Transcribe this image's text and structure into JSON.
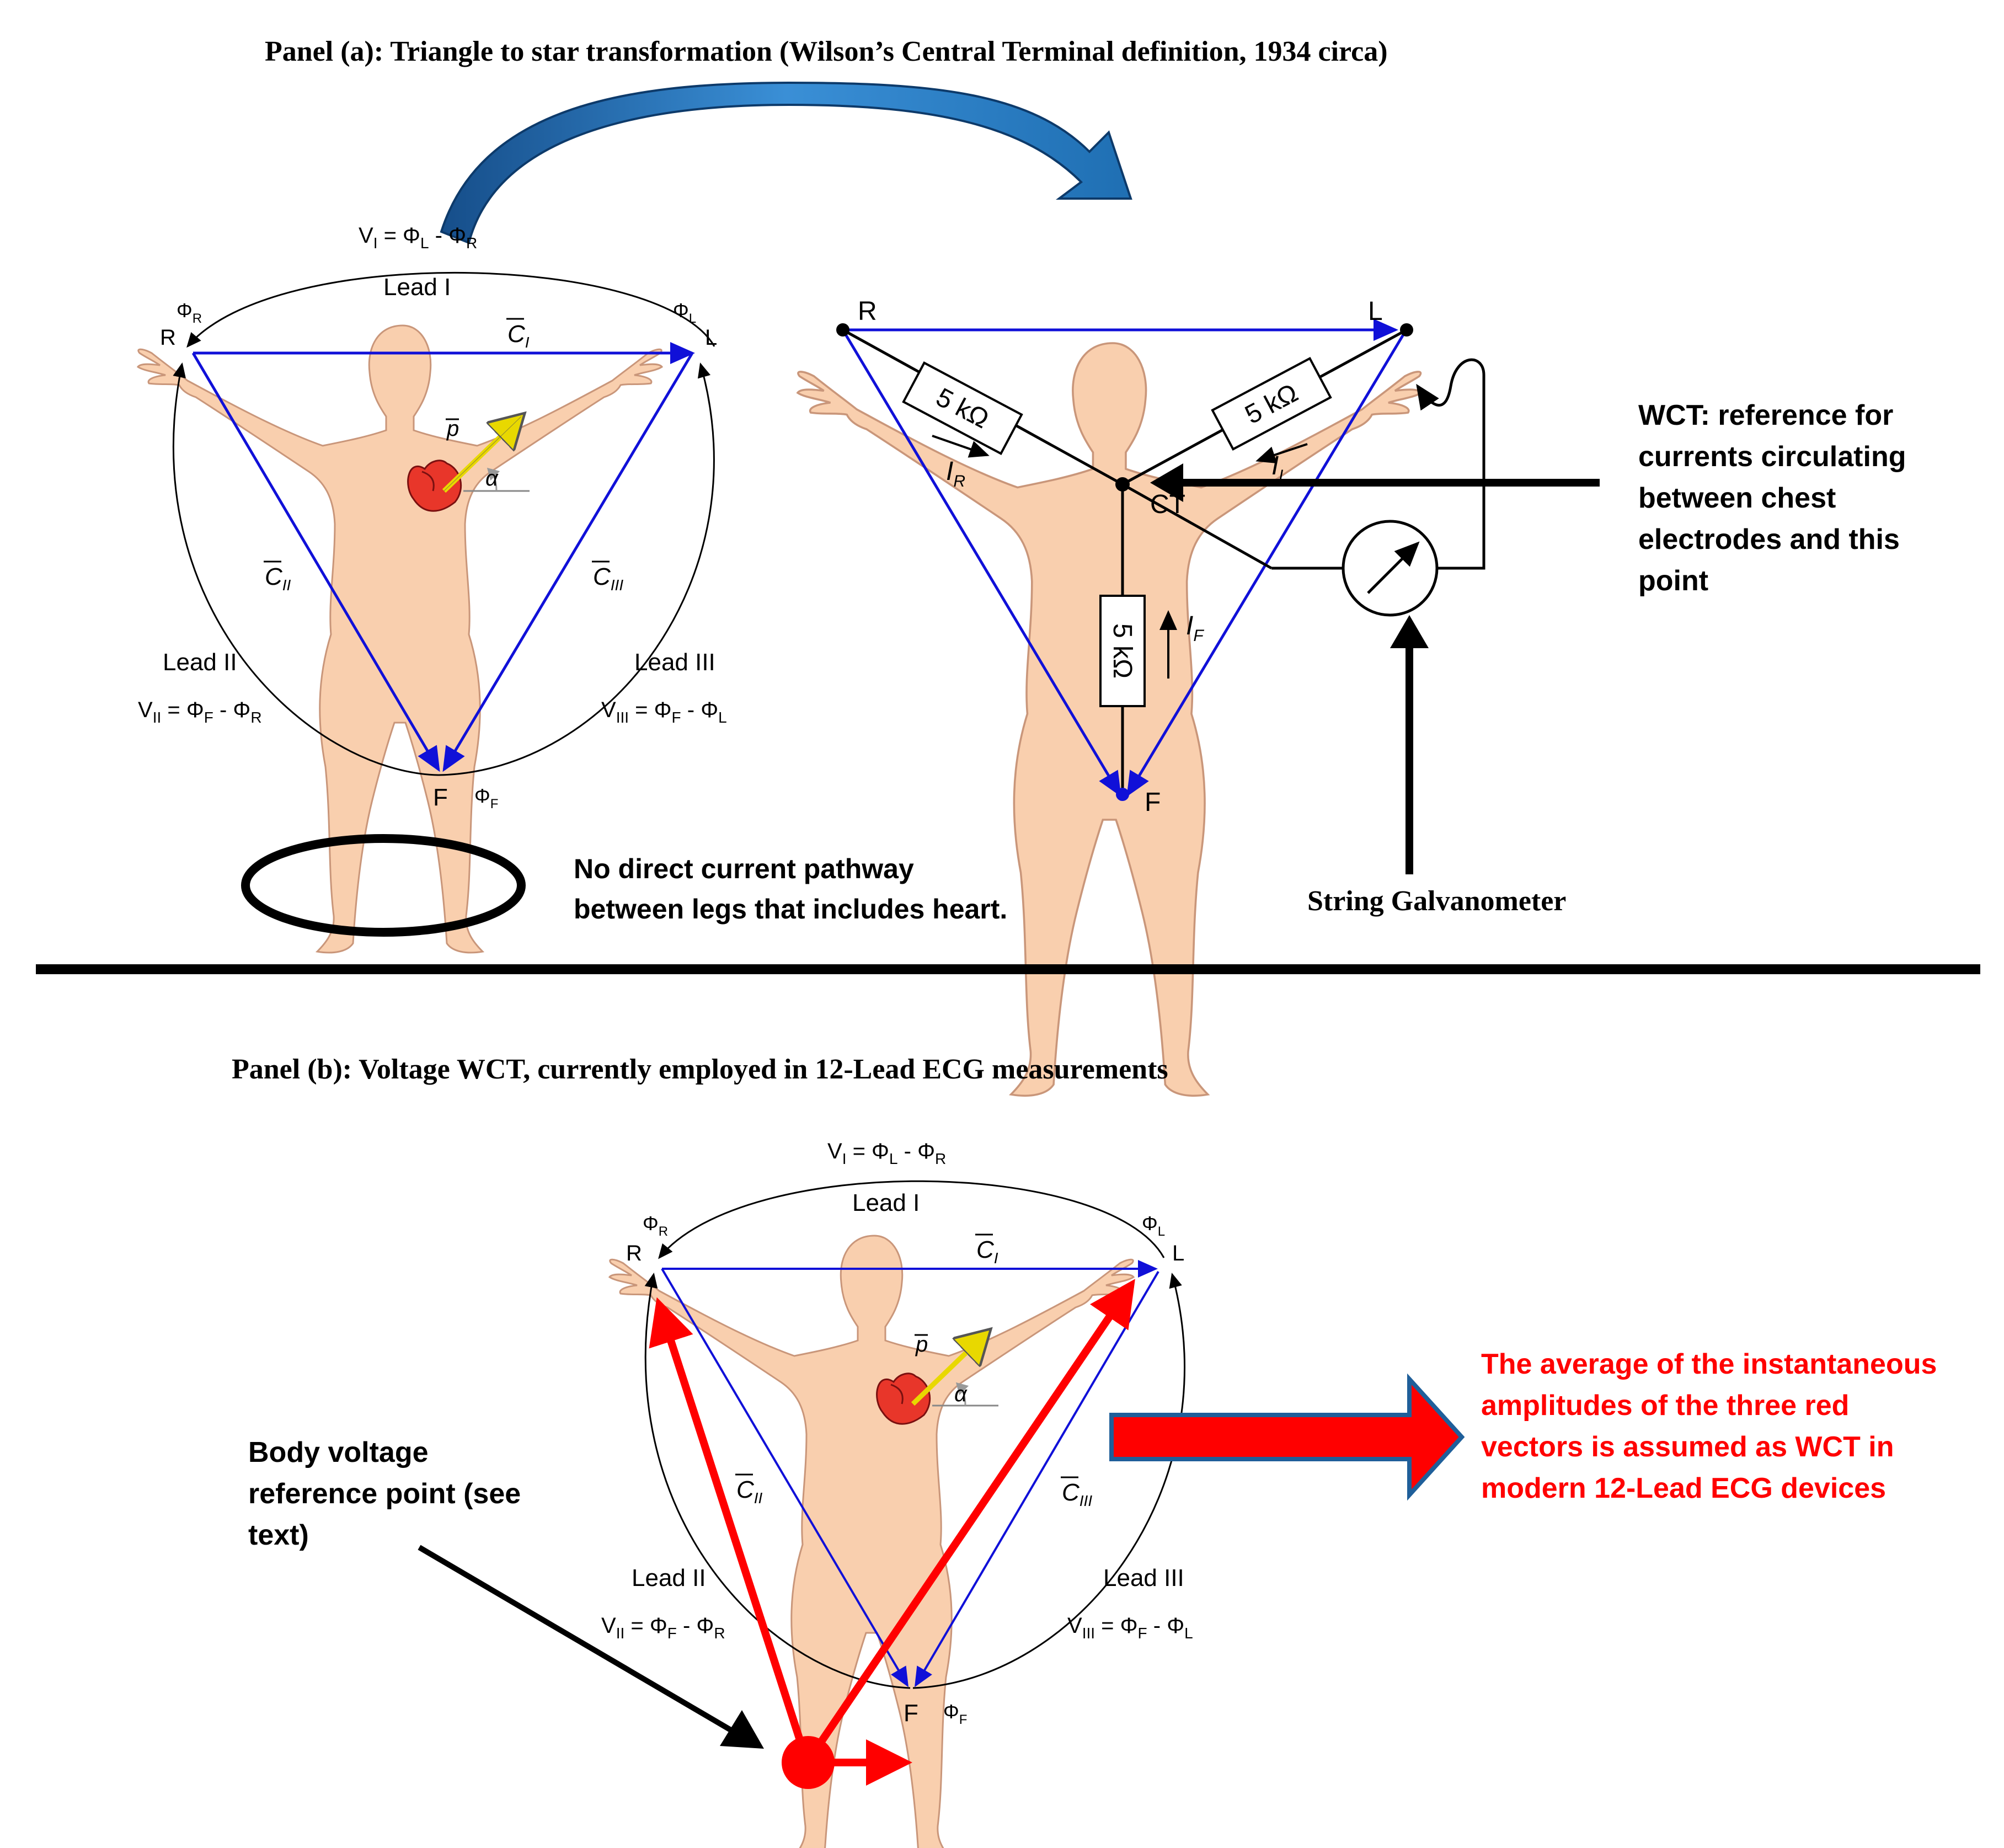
{
  "panel_a": {
    "title": "Panel (a): Triangle to star transformation (Wilson’s Central Terminal definition, 1934 circa)",
    "left": {
      "vI": "V",
      "vI_sub": "I",
      "vI_rhs": " = Φ",
      "vI_s1": "L",
      "vI_mid": " - Φ",
      "vI_s2": "R",
      "lead1": "Lead I",
      "lead2": "Lead II",
      "lead3": "Lead III",
      "vII": "V",
      "vII_sub": "II",
      "vII_rhs": " = Φ",
      "vII_s1": "F",
      "vII_mid": " - Φ",
      "vII_s2": "R",
      "vIII": "V",
      "vIII_sub": "III",
      "vIII_rhs": " = Φ",
      "vIII_s1": "F",
      "vIII_mid": " - Φ",
      "vIII_s2": "L",
      "phiR": "Φ",
      "phiR_sub": "R",
      "phiL": "Φ",
      "phiL_sub": "L",
      "phiF": "Φ",
      "phiF_sub": "F",
      "R": "R",
      "L": "L",
      "F": "F",
      "cI": "C",
      "cI_sub": "I",
      "cII": "C",
      "cII_sub": "II",
      "cIII": "C",
      "cIII_sub": "III",
      "p": "p",
      "alpha": "α"
    },
    "right": {
      "R": "R",
      "L": "L",
      "F": "F",
      "CT": "CT",
      "res_R": "5 kΩ",
      "res_L": "5 kΩ",
      "res_F": "5 kΩ",
      "iR": "I",
      "iR_sub": "R",
      "iL": "I",
      "iL_sub": "L",
      "iF": "I",
      "iF_sub": "F"
    },
    "note_legs": [
      "No direct current pathway",
      "between legs that includes heart."
    ],
    "note_wct": [
      "WCT: reference for",
      "currents circulating",
      "between chest",
      "electrodes and this",
      "point"
    ],
    "galvanometer_label": "String Galvanometer"
  },
  "panel_b": {
    "title": "Panel (b): Voltage WCT, currently employed in 12-Lead ECG measurements",
    "vI": "V",
    "vI_sub": "I",
    "vI_rhs": " = Φ",
    "vI_s1": "L",
    "vI_mid": " - Φ",
    "vI_s2": "R",
    "lead1": "Lead I",
    "lead2": "Lead II",
    "lead3": "Lead III",
    "vII": "V",
    "vII_sub": "II",
    "vII_rhs": " = Φ",
    "vII_s1": "F",
    "vII_mid": " - Φ",
    "vII_s2": "R",
    "vIII": "V",
    "vIII_sub": "III",
    "vIII_rhs": " = Φ",
    "vIII_s1": "F",
    "vIII_mid": " - Φ",
    "vIII_s2": "L",
    "phiR": "Φ",
    "phiR_sub": "R",
    "phiL": "Φ",
    "phiL_sub": "L",
    "phiF": "Φ",
    "phiF_sub": "F",
    "R": "R",
    "L": "L",
    "F": "F",
    "cI": "C",
    "cI_sub": "I",
    "cII": "C",
    "cII_sub": "II",
    "cIII": "C",
    "cIII_sub": "III",
    "p": "p",
    "alpha": "α",
    "note_body": [
      "Body voltage",
      "reference point (see",
      "text)"
    ],
    "note_avg": [
      "The average of the instantaneous",
      "amplitudes of the three red",
      "vectors is assumed as WCT in",
      "modern 12-Lead ECG devices"
    ]
  },
  "colors": {
    "skin": "#f9cfae",
    "skin_stroke": "#c9967a",
    "blue": "#1010d8",
    "red": "#ff0000",
    "heart": "#e8362a",
    "vector": "#e8d800",
    "curve_arrow": "#1f6fb3",
    "black": "#000000"
  }
}
